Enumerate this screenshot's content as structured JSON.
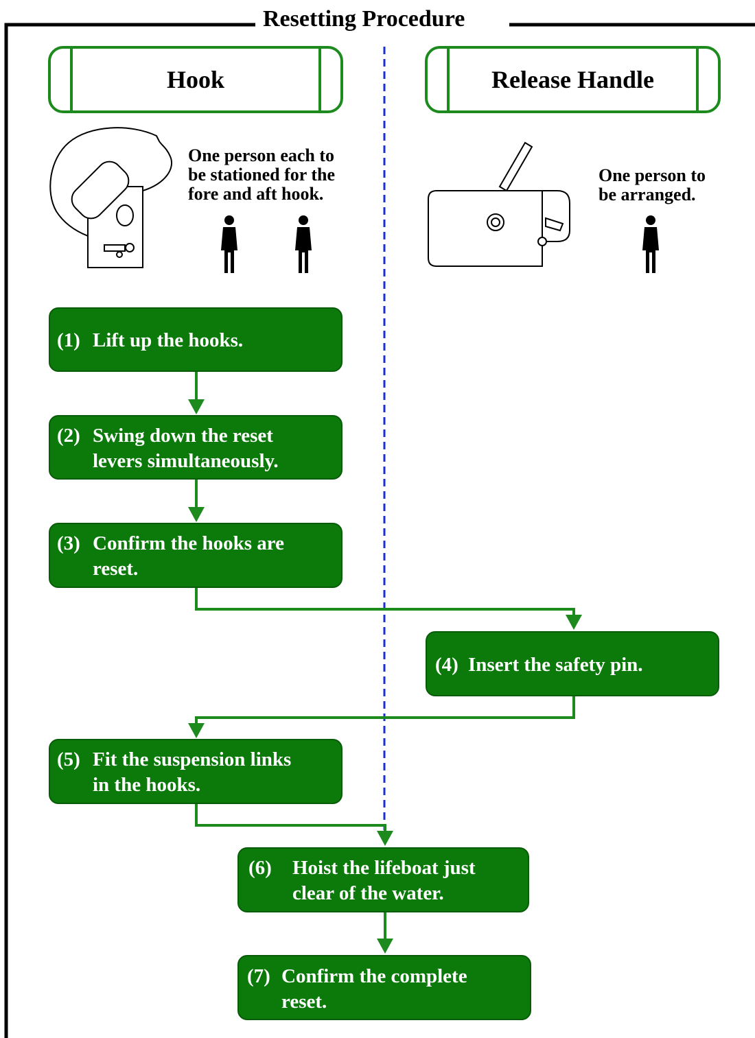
{
  "title": "Resetting Procedure",
  "lanes": {
    "hook": {
      "label": "Hook",
      "note": "One person each to\nbe stationed for the\nfore and aft hook."
    },
    "release": {
      "label": "Release Handle",
      "note": "One person to\nbe arranged."
    }
  },
  "steps": [
    {
      "num": "(1)",
      "text": "Lift up the hooks."
    },
    {
      "num": "(2)",
      "text": "Swing down the reset\nlevers simultaneously."
    },
    {
      "num": "(3)",
      "text": "Confirm the hooks are\nreset."
    },
    {
      "num": "(4)",
      "text": "Insert the safety pin."
    },
    {
      "num": "(5)",
      "text": "Fit the suspension links\nin the hooks."
    },
    {
      "num": "(6)",
      "text": "Hoist the lifeboat just\nclear of the water."
    },
    {
      "num": "(7)",
      "text": "Confirm the complete\nreset."
    }
  ],
  "icons": [
    "hook-device-icon",
    "release-handle-device-icon",
    "person-icon"
  ],
  "colors": {
    "step_fill": "#0b7a0b",
    "arrow": "#1d8a1d",
    "divider": "#1a2fd6"
  }
}
